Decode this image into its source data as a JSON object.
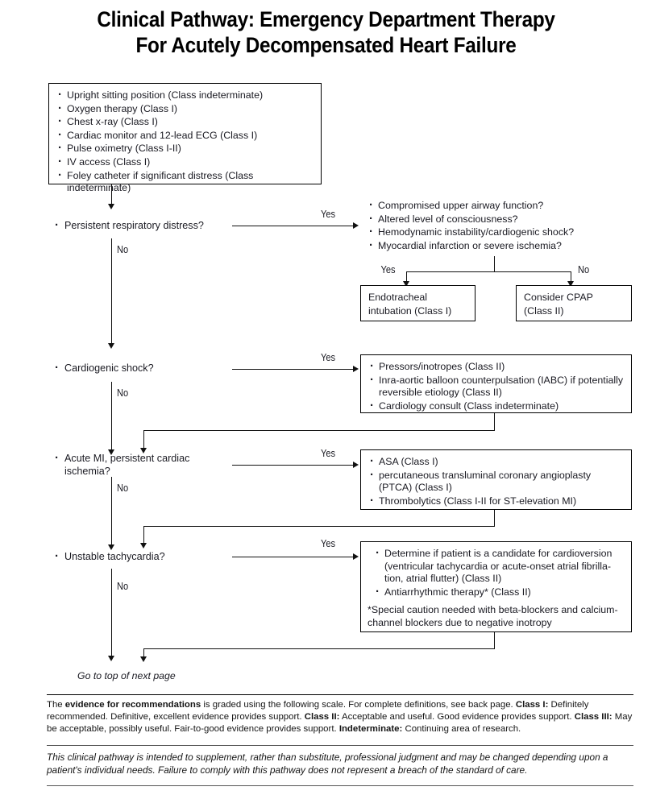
{
  "document": {
    "title_line1": "Clinical Pathway: Emergency Department Therapy",
    "title_line2": "For Acutely Decompensated Heart Failure"
  },
  "initial_box": {
    "items": [
      "Upright sitting position (Class indeterminate)",
      "Oxygen therapy (Class I)",
      "Chest x-ray (Class I)",
      "Cardiac monitor and 12-lead ECG (Class I)",
      "Pulse oximetry (Class I-II)",
      "IV access (Class I)",
      "Foley catheter if significant distress (Class indeterminate)"
    ]
  },
  "steps": [
    {
      "id": "respiratory-distress",
      "question": "Persistent respiratory distress?",
      "yes_label": "Yes",
      "no_label": "No",
      "outcome_items": [
        "Compromised upper airway function?",
        "Altered level of consciousness?",
        "Hemodynamic instability/cardiogenic shock?",
        "Myocardial infarction or severe ischemia?"
      ]
    },
    {
      "id": "cardiogenic-shock",
      "question": "Cardiogenic shock?",
      "yes_label": "Yes",
      "no_label": "No",
      "outcome_items": [
        "Pressors/inotropes (Class II)",
        "Inra-aortic balloon counterpulsation (IABC) if potentially reversible etiology (Class II)",
        "Cardiology consult (Class indeterminate)"
      ]
    },
    {
      "id": "acute-mi",
      "question_line1": "Acute MI, persistent cardiac",
      "question_line2": "ischemia?",
      "yes_label": "Yes",
      "no_label": "No",
      "outcome_items": [
        "ASA (Class I)",
        "percutaneous transluminal coronary angioplasty (PTCA) (Class I)",
        "Thrombolytics (Class I-II for ST-elevation MI)"
      ]
    },
    {
      "id": "unstable-tachycardia",
      "question": "Unstable tachycardia?",
      "yes_label": "Yes",
      "no_label": "No",
      "outcome_items": [
        "Determine if patient is a candidate for cardioversion (ventricular tachycardia or acute-onset atrial fibrilla-tion, atrial flutter) (Class II)",
        "Antiarrhythmic therapy* (Class II)"
      ],
      "footnote": "*Special caution needed with beta-blockers and calcium-channel blockers due to negative inotropy"
    }
  ],
  "airway_branch": {
    "yes_label": "Yes",
    "no_label": "No",
    "yes_box_line1": "Endotracheal",
    "yes_box_line2": "intubation (Class I)",
    "no_box_line1": "Consider CPAP",
    "no_box_line2": "(Class II)"
  },
  "continuation": {
    "label": "Go to top of next page"
  },
  "footer": {
    "evidence": {
      "seg1": "The ",
      "seg2_bold": "evidence for recommendations",
      "seg3": " is graded using the following scale. For complete definitions, see back page. ",
      "seg4_bold": "Class I:",
      "seg5": " Definitely recommended. Definitive, excellent evidence provides support. ",
      "seg6_bold": "Class II:",
      "seg7": " Acceptable and useful. Good evidence provides support. ",
      "seg8_bold": "Class III:",
      "seg9": " May be acceptable, possibly useful. Fair-to-good evidence provides support. ",
      "seg10_bold": "Indeterminate:",
      "seg11": " Continuing area of research."
    },
    "disclaimer": "This clinical pathway is intended to supplement, rather than substitute, professional judgment and may be changed depending upon a patient's individual needs. Failure to comply with this pathway does not represent a breach of the standard of care."
  },
  "colors": {
    "ink": "#111111",
    "text": "#1a1a22",
    "background": "#ffffff"
  }
}
